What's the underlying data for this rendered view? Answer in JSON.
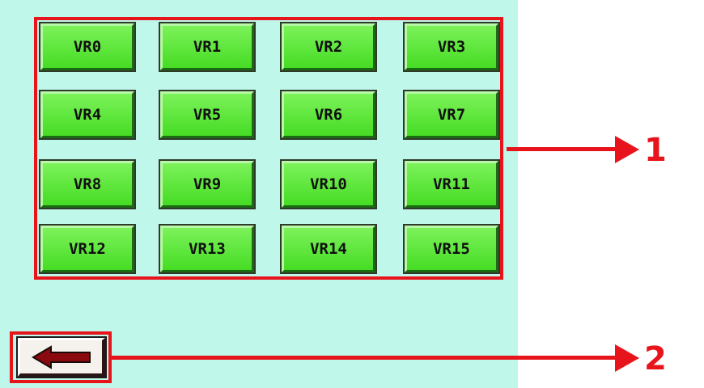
{
  "buttons": [
    "VR0",
    "VR1",
    "VR2",
    "VR3",
    "VR4",
    "VR5",
    "VR6",
    "VR7",
    "VR8",
    "VR9",
    "VR10",
    "VR11",
    "VR12",
    "VR13",
    "VR14",
    "VR15"
  ],
  "callouts": {
    "grid": "1",
    "back": "2"
  },
  "colors": {
    "screen_bg": "#bff7ea",
    "button_green": "#5ee83a",
    "callout_red": "#e8141c",
    "arrow_fill": "#8a0a10"
  },
  "icons": {
    "back": "left-arrow-icon"
  }
}
